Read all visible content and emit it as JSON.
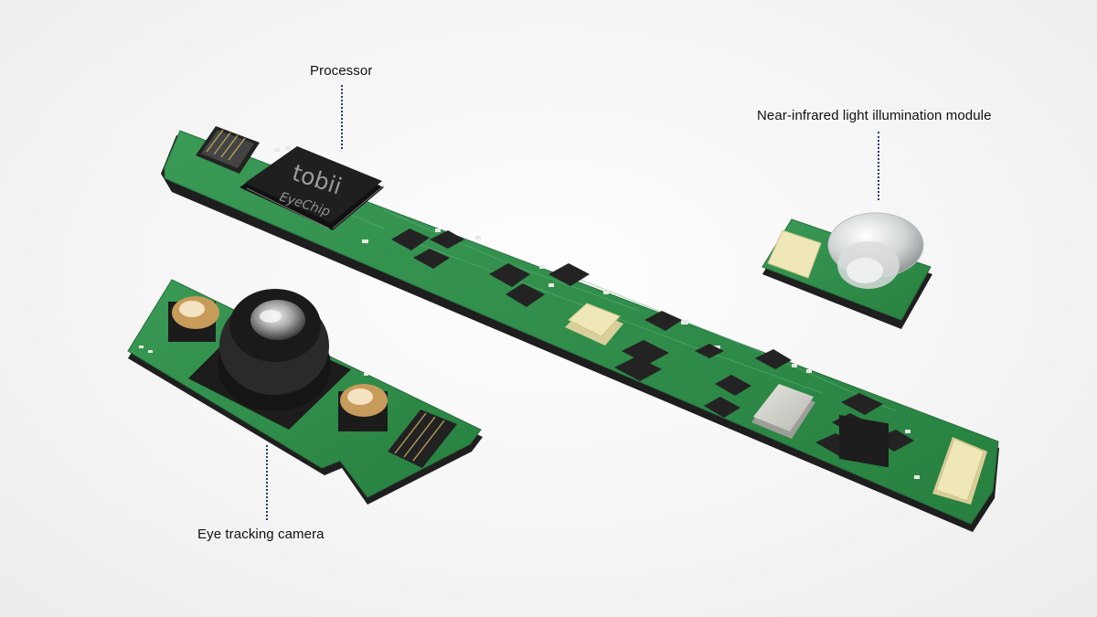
{
  "labels": {
    "processor": "Processor",
    "illumination": "Near-infrared light illumination module",
    "camera": "Eye tracking camera"
  },
  "chip": {
    "brand": "tobii",
    "model": "EyeChip"
  },
  "colors": {
    "pcb_green": "#2f8a4a",
    "pcb_edge": "#1f1f1f",
    "leader": "#2b3a6b",
    "connector_cream": "#efe7b8",
    "chip_black": "#1c1c1c"
  }
}
